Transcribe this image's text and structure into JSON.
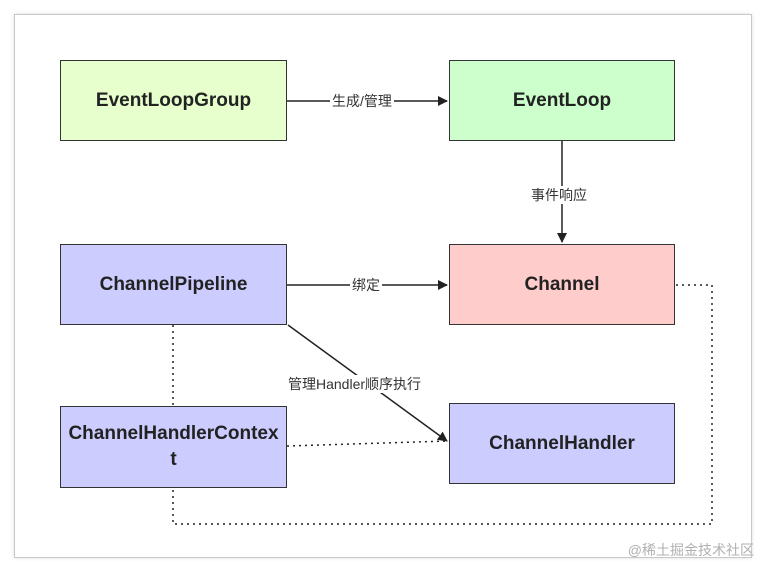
{
  "nodes": {
    "event_loop_group": {
      "label": "EventLoopGroup",
      "color": "#e6ffcc"
    },
    "event_loop": {
      "label": "EventLoop",
      "color": "#ccffcc"
    },
    "channel_pipeline": {
      "label": "ChannelPipeline",
      "color": "#ccccff"
    },
    "channel": {
      "label": "Channel",
      "color": "#ffcccc"
    },
    "channel_handler_context": {
      "label": "ChannelHandlerContext",
      "color": "#ccccff"
    },
    "channel_handler": {
      "label": "ChannelHandler",
      "color": "#ccccff"
    }
  },
  "edges": {
    "group_to_loop": "生成/管理",
    "loop_to_channel": "事件响应",
    "pipeline_to_channel": "绑定",
    "pipeline_to_handler": "管理Handler顺序执行"
  },
  "watermark": "@稀土掘金技术社区"
}
